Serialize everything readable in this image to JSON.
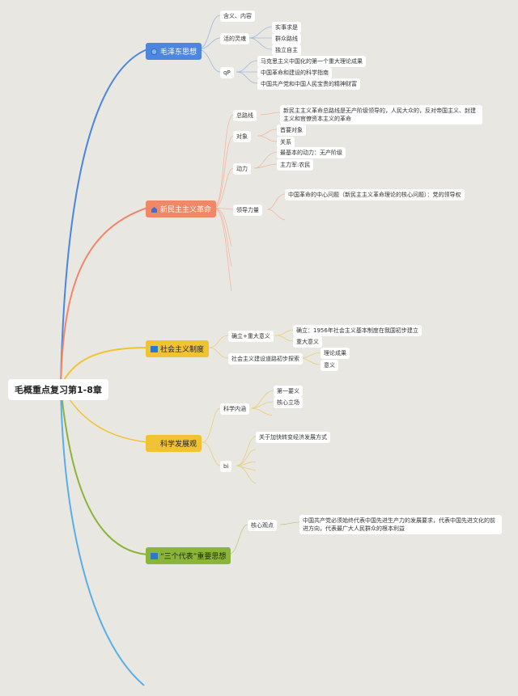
{
  "root": "毛概重点复习第1-8章",
  "colors": {
    "mao": "#4d86de",
    "xinmin": "#f08868",
    "shehui": "#f1c232",
    "kexue": "#f1c232",
    "sange": "#8ab43a",
    "last": "#5aaee6"
  },
  "branches": {
    "mao": {
      "label": "毛泽东思想",
      "icon": "globe-icon",
      "children": {
        "hanyi": "含义、内容",
        "huolinghun": "活的灵魂",
        "shishi": "实事求是",
        "qunzhong": "群众路线",
        "duli": "独立自主",
        "qp": "qP",
        "mks": "马克思主义中国化的第一个重大理论成果",
        "zhinan": "中国革命和建设的科学指南",
        "caifu": "中国共产党和中国人民宝贵的精神财富"
      }
    },
    "xinmin": {
      "label": "新民主主义革命",
      "icon": "house-icon",
      "children": {
        "zongluxian": "总路线",
        "zongluxian_text": "新民主主义革命总路线是无产阶级领导的，人民大众的，反对帝国主义、封建主义和官僚资本主义的革命",
        "duixiang": "对象",
        "shouyao": "首要对象",
        "guanxi": "关系",
        "dongli": "动力",
        "zuijiben": "最基本的动力：无产阶级",
        "zhuli": "主力军:农民",
        "lingdao": "领导力量",
        "lingdao_text": "中国革命的中心问题（新民主主义革命理论的核心问题）：党的领导权"
      }
    },
    "shehui": {
      "label": "社会主义制度",
      "icon": "flag-icon",
      "children": {
        "queli": "确立+重大意义",
        "queli_text": "确立：1956年社会主义基本制度在我国初步建立",
        "zhongda": "重大意义",
        "daolu": "社会主义建设道路初步探索",
        "lilun": "理论成果",
        "yiyi": "意义"
      }
    },
    "kexue": {
      "label": "科学发展观",
      "children": {
        "neihan": "科学内涵",
        "diyi": "第一要义",
        "hexin": "核心立场",
        "bi": "bi",
        "jiakuai": "关于加快转变经济发展方式"
      }
    },
    "sange": {
      "label": "“三个代表”重要思想",
      "icon": "flag-icon",
      "children": {
        "hexinguandian": "核心观点",
        "hexin_text": "中国共产党必须始终代表中国先进生产力的发展要求，代表中国先进文化的前进方向，代表最广大人民群众的根本利益"
      }
    }
  }
}
